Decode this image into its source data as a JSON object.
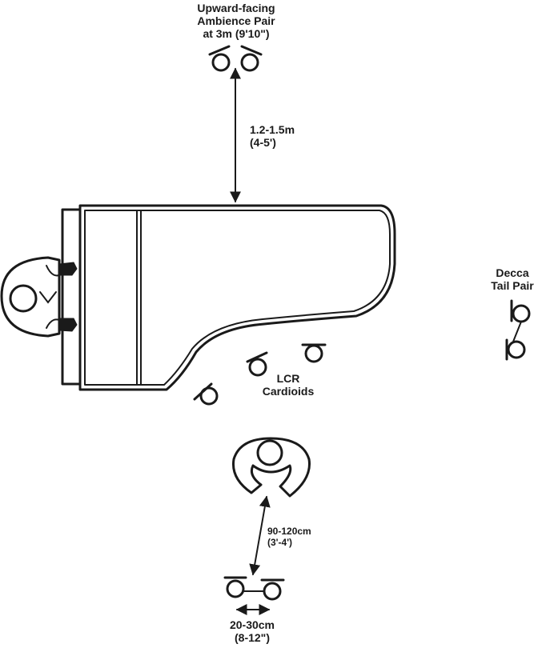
{
  "labels": {
    "ambience": [
      "Upward-facing",
      "Ambience Pair",
      "at 3m (9'10\")"
    ],
    "height": [
      "1.2-1.5m",
      "(4-5')"
    ],
    "decca": [
      "Decca",
      "Tail Pair"
    ],
    "lcr": [
      "LCR",
      "Cardioids"
    ],
    "distance": [
      "90-120cm",
      "(3'-4')"
    ],
    "spacing": [
      "20-30cm",
      "(8-12\")"
    ]
  },
  "icons": {
    "piano": "grand-piano-icon",
    "pianist": "pianist-icon",
    "conductor": "listener-icon",
    "microphone": "microphone-icon"
  },
  "colors": {
    "ink": "#1a1a1a",
    "background": "#ffffff"
  }
}
